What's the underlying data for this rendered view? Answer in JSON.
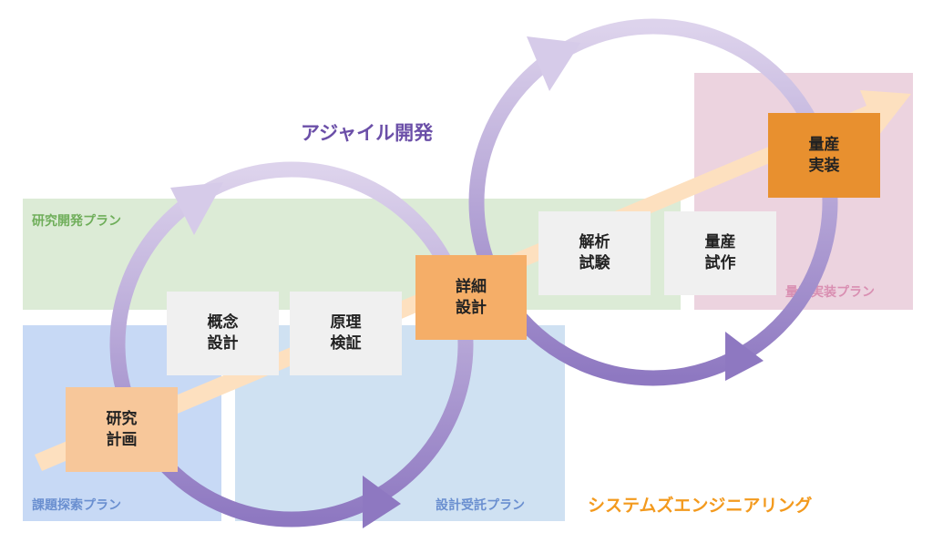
{
  "title": "アジャイル開発",
  "engineering_label": "システムズエンジニアリング",
  "zones": {
    "research": "研究開発プラン",
    "exploration": "課題探索プラン",
    "design_contract": "設計受託プラン",
    "mass_production": "量産実装プラン"
  },
  "steps": {
    "research_plan": [
      "研究",
      "計画"
    ],
    "concept_design": [
      "概念",
      "設計"
    ],
    "principle_verification": [
      "原理",
      "検証"
    ],
    "detailed_design": [
      "詳細",
      "設計"
    ],
    "analysis_test": [
      "解析",
      "試験"
    ],
    "trial_production": [
      "量産",
      "試作"
    ],
    "mass_production": [
      "量産",
      "実装"
    ]
  },
  "colors": {
    "zone_research": "#dcebd6",
    "zone_exploration": "#c7d9f5",
    "zone_design": "#cfe1f2",
    "zone_mass": "#ecd3df",
    "label_research": "#6fae5a",
    "label_exploration": "#6a8fd0",
    "label_design": "#6a8fd0",
    "label_mass": "#d98fb2",
    "box_light": "#f0f0f0",
    "box_peach": "#f7c79a",
    "box_orange": "#f5ae68",
    "box_dark_orange": "#e8902f",
    "arrow": "#fde0bf",
    "title": "#6b4fa8",
    "engineering": "#f39a1e"
  }
}
